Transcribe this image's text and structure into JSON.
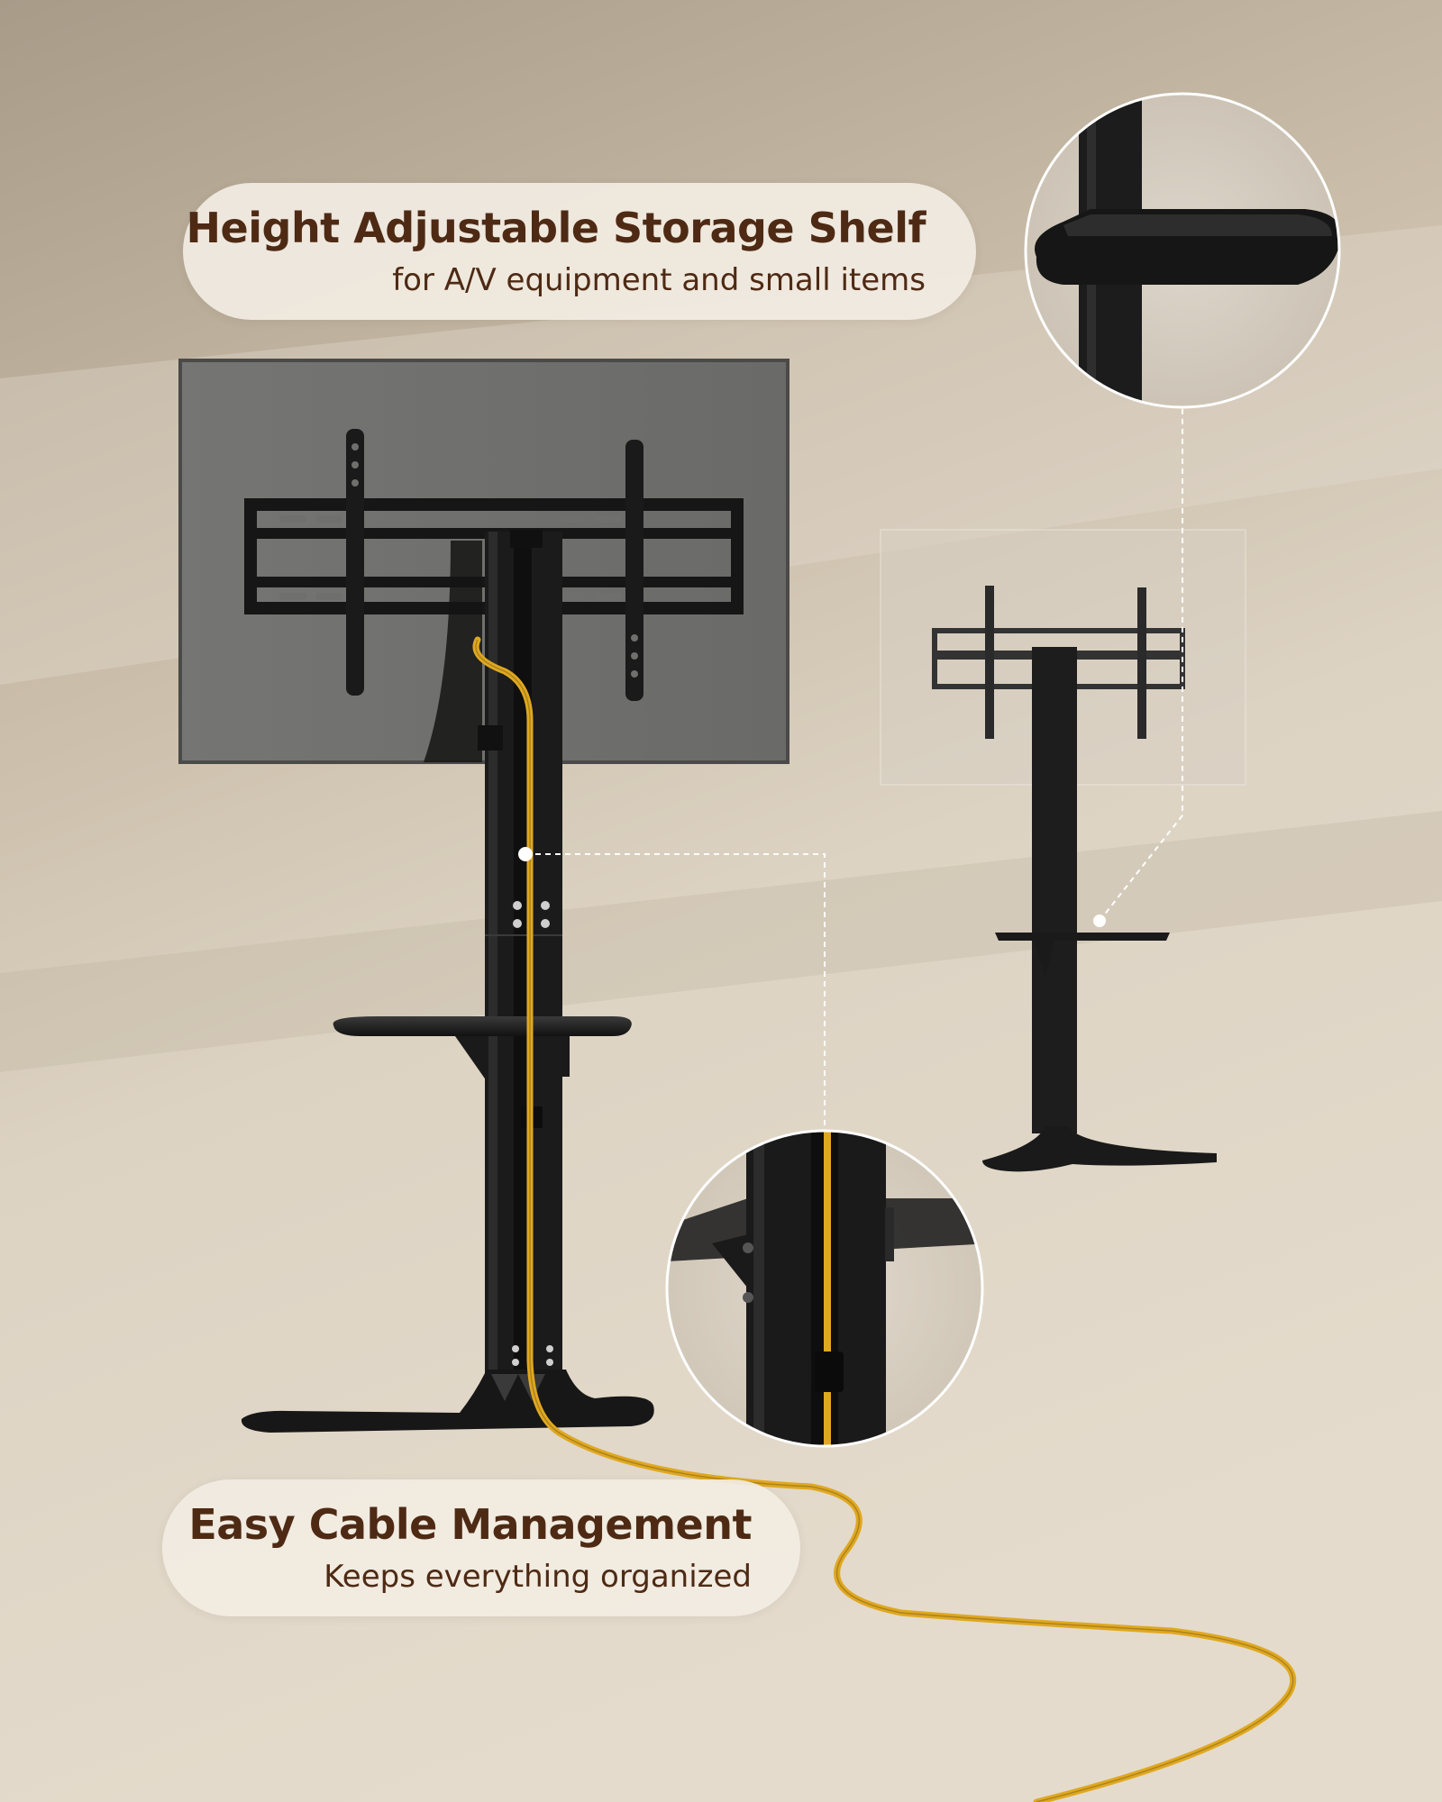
{
  "callouts": {
    "shelf": {
      "title": "Height Adjustable Storage Shelf",
      "subtitle": "for A/V equipment and small items"
    },
    "cable": {
      "title": "Easy Cable Management",
      "subtitle": "Keeps everything organized"
    }
  },
  "colors": {
    "background_top": "#a99d8b",
    "background_bottom": "#e2d8c8",
    "callout_fill": "#f2ece2",
    "callout_text": "#4e2a14",
    "stand_black": "#1a1a1a",
    "tv_panel": "#6f6f6d",
    "cable_yellow": "#e0a820",
    "leader_line": "#ffffff"
  }
}
